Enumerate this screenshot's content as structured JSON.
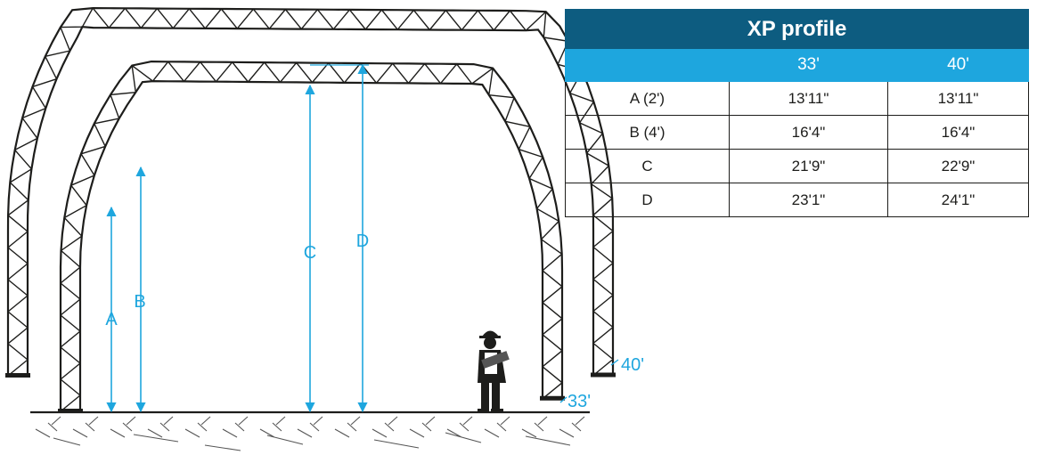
{
  "colors": {
    "accent": "#1ea6de",
    "header": "#0d5c80",
    "structure": "#1d1d1b"
  },
  "diagram": {
    "labels": {
      "a": "A",
      "b": "B",
      "c": "C",
      "d": "D"
    },
    "arch_labels": {
      "inner": "33'",
      "outer": "40'"
    },
    "person_icon": "worker-with-hardhat-icon"
  },
  "table": {
    "title": "XP profile",
    "columns": [
      "",
      "33'",
      "40'"
    ],
    "rows": [
      [
        "A (2')",
        "13'11\"",
        "13'11\""
      ],
      [
        "B (4')",
        "16'4\"",
        "16'4\""
      ],
      [
        "C",
        "21'9\"",
        "22'9\""
      ],
      [
        "D",
        "23'1\"",
        "24'1\""
      ]
    ]
  }
}
